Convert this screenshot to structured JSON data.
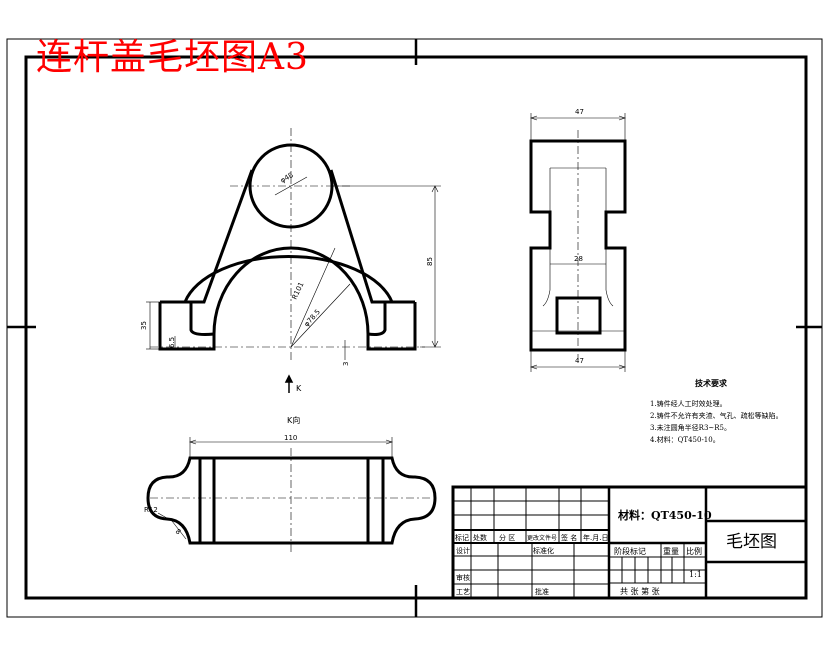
{
  "sheet": {
    "title": "连杆盖毛坯图A3"
  },
  "front_view": {
    "dim_diameter_top": "φ48",
    "dim_height_right": "85",
    "dim_radius_outer": "R101",
    "dim_radius_inner": "φ78.5",
    "dim_height_left": "35",
    "dim_small_left": "6.5",
    "dim_small_bottom": "3",
    "section_mark": "K"
  },
  "side_view": {
    "dim_top_width": "47",
    "dim_inner_width": "28",
    "dim_bottom_width": "47"
  },
  "bottom_view": {
    "view_label": "K向",
    "dim_length": "110",
    "dim_radius": "R12",
    "dim_corner": "8"
  },
  "technical_notes": {
    "heading": "技术要求",
    "items": [
      "1.铸件经人工时效处理。",
      "2.铸件不允许有夹渣、气孔、疏松等缺陷。",
      "3.未注圆角半径R3~R5。",
      "4.材料：QT450-10。"
    ]
  },
  "title_block": {
    "material": "材料：QT450-10",
    "drawing_name": "毛坯图",
    "header_row": [
      "标记",
      "处数",
      "分 区",
      "更改文件号",
      "签 名",
      "年.月.日"
    ],
    "design_label": "设计",
    "standardize_label": "标准化",
    "stage_mark_label": "阶段标记",
    "weight_label": "重量",
    "scale_label": "比例",
    "scale_value": "1:1",
    "review_label": "审核",
    "process_label": "工艺",
    "approve_label": "批准",
    "sheets_label": "共   张   第   张"
  }
}
